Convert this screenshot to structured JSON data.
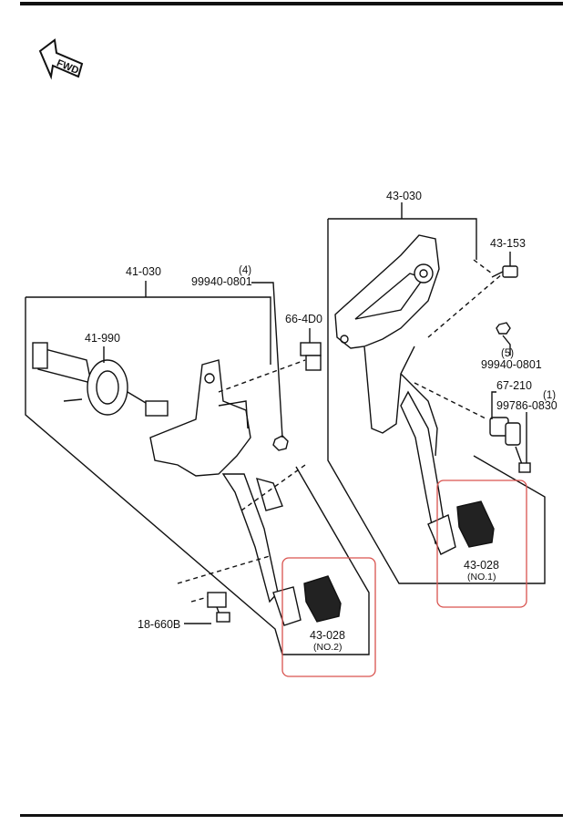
{
  "fwd_label": "FWD",
  "highlight_color": "#d9534f",
  "line_color": "#111111",
  "callouts": {
    "pedal_assy_right": "43-030",
    "pedal_assy_left": "41-030",
    "bolt_top": "43-153",
    "nut_right": "99940-0801",
    "nut_right_qty": "(5)",
    "switch_right": "67-210",
    "bolt_right": "99786-0830",
    "bolt_right_qty": "(1)",
    "nut_left": "99940-0801",
    "nut_left_qty": "(4)",
    "switch_mid": "66-4D0",
    "master_cyl": "41-990",
    "sensor": "18-660B",
    "pad_no1": "43-028",
    "pad_no1_sub": "(NO.1)",
    "pad_no2": "43-028",
    "pad_no2_sub": "(NO.2)"
  }
}
